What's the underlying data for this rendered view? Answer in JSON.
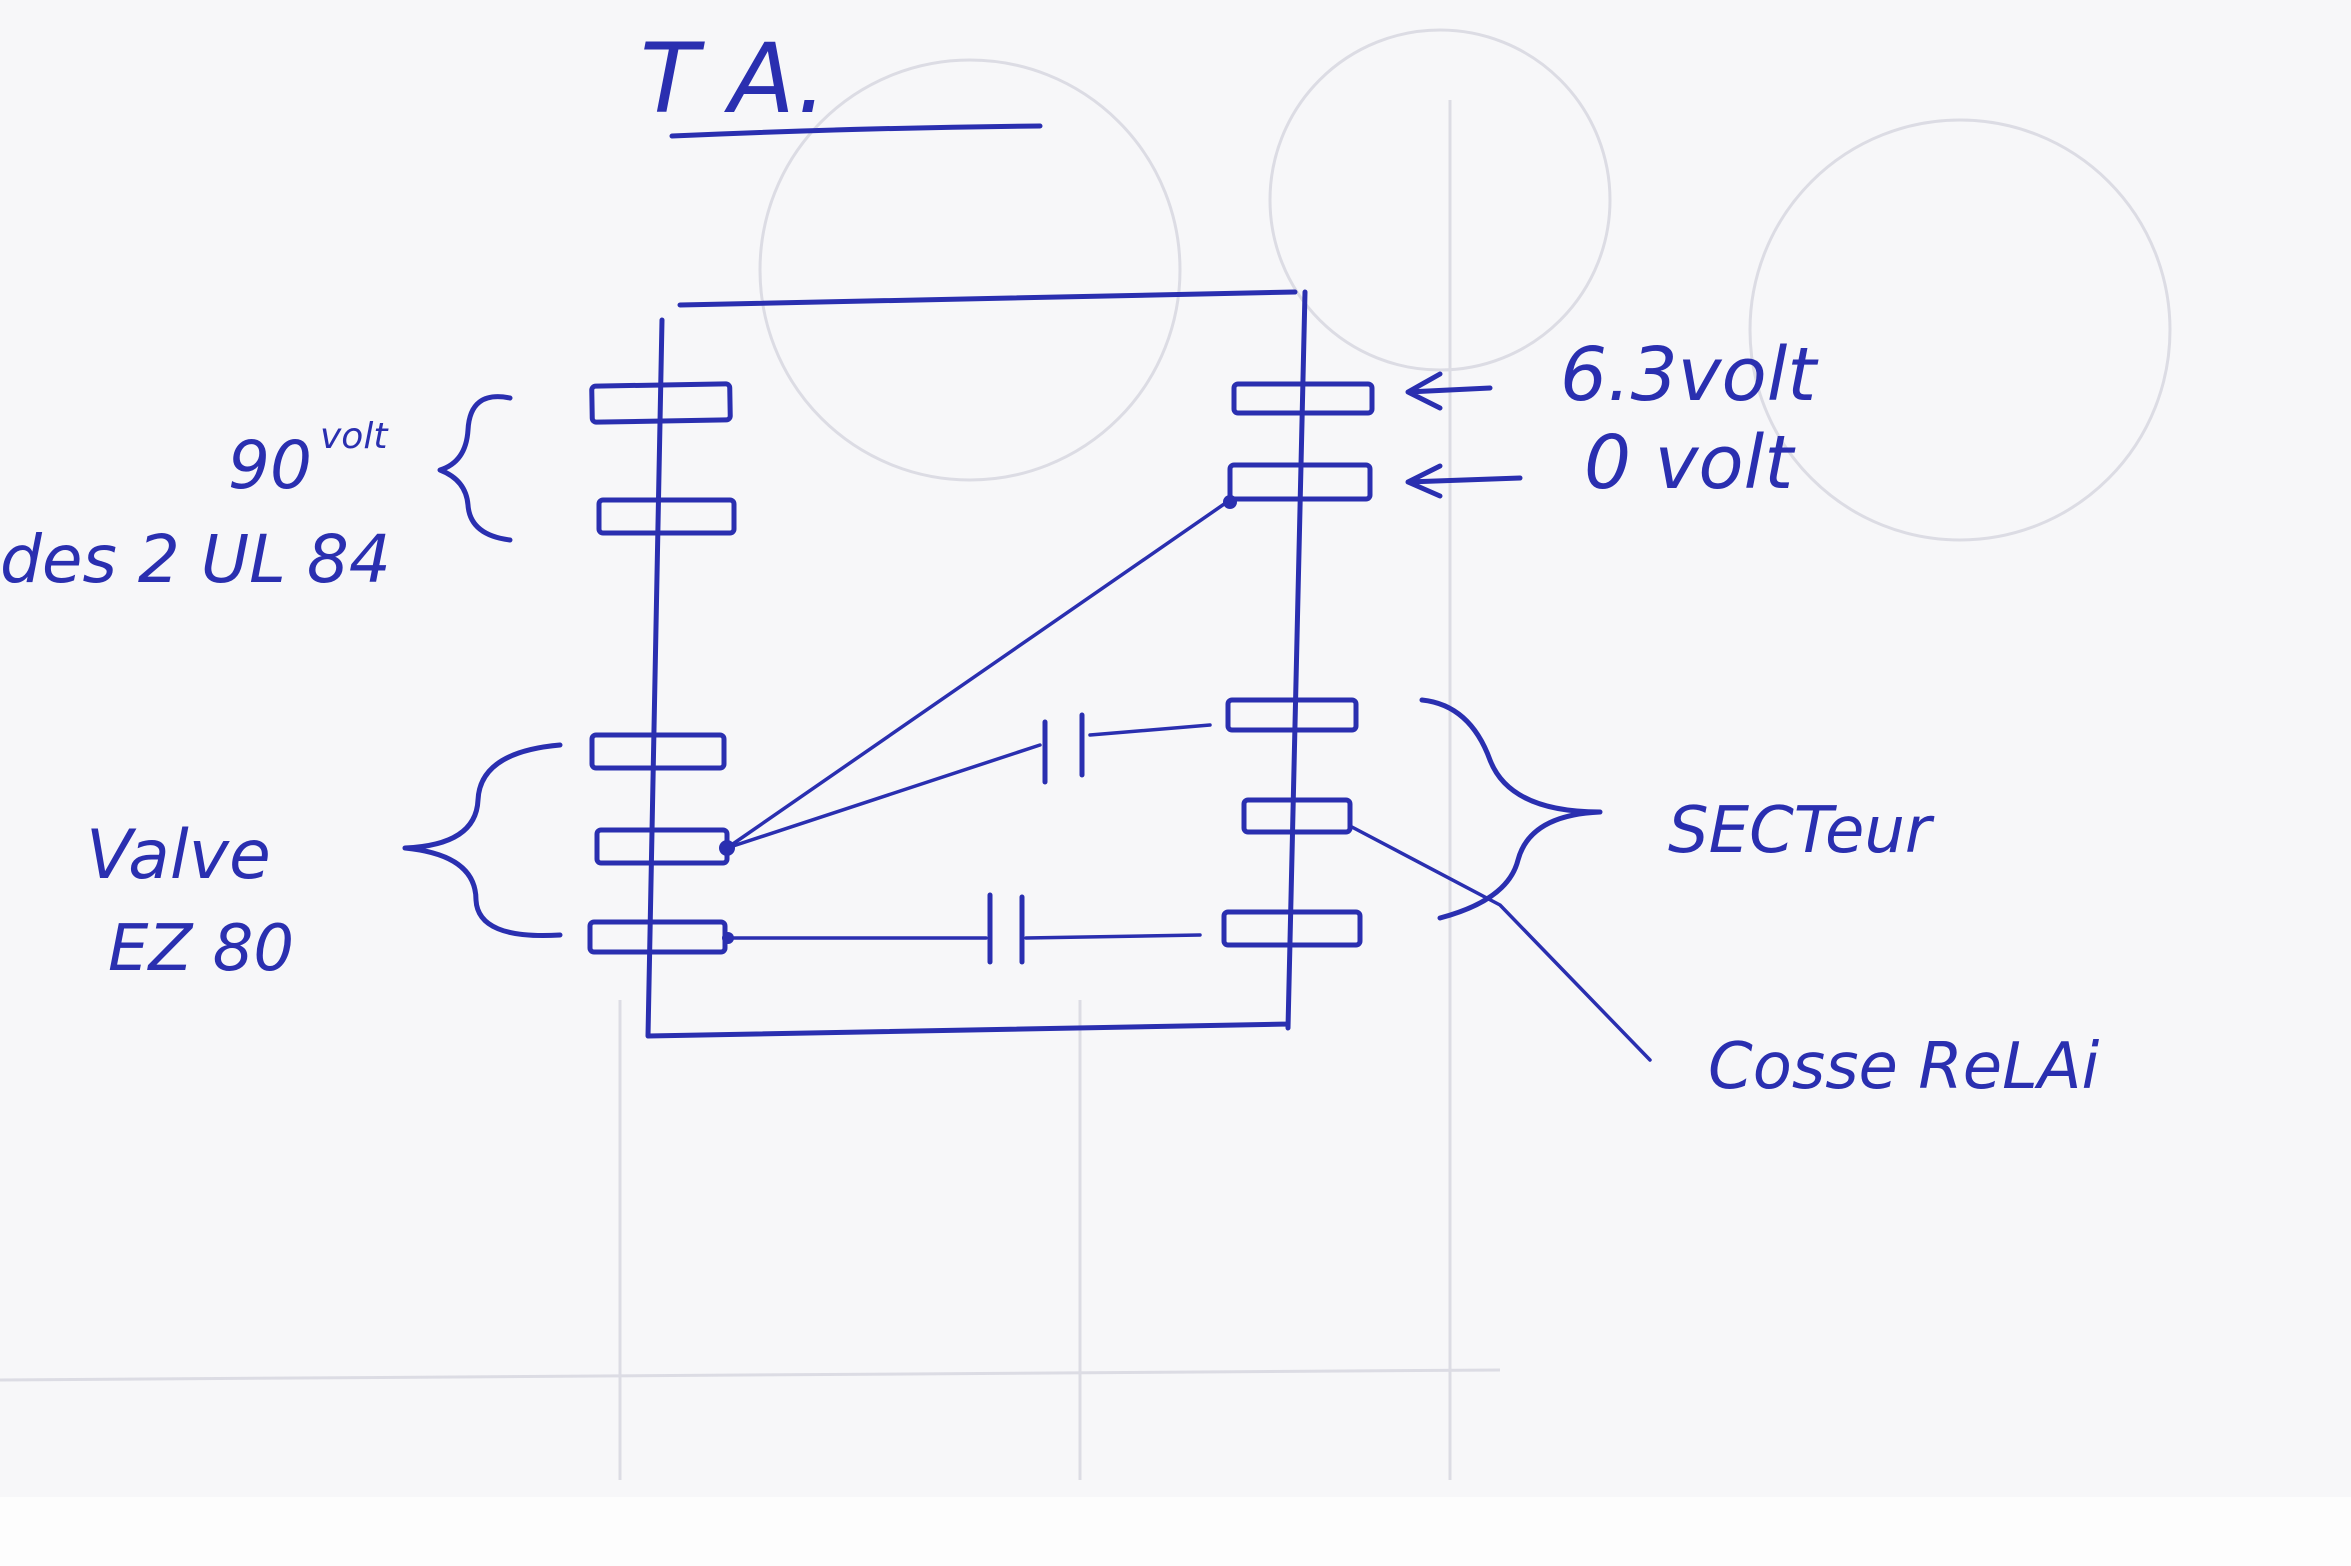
{
  "title": "T A.",
  "labels": {
    "v90": "90",
    "volt_sup": "volt",
    "anodes": "des 2  UL 84",
    "valve": "Valve",
    "ez80": "EZ 80",
    "v63": "6.3volt",
    "v0": "0 volt",
    "secteur": "SECTeur",
    "cosse": "Cosse ReLAi"
  },
  "colors": {
    "ink": "#2a2fb0",
    "paper": "#f7f7f9"
  }
}
